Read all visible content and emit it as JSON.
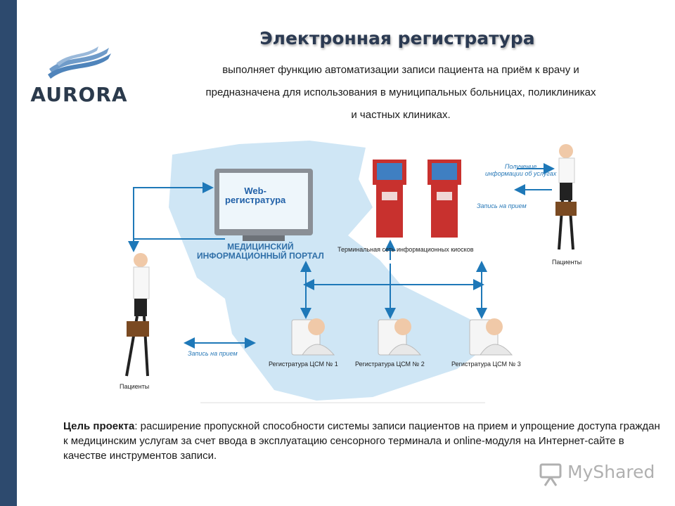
{
  "colors": {
    "sidebar": "#2d4a6e",
    "accent_arrow": "#1e78b8",
    "map": "#cfe6f5",
    "kiosk": "#c8312e"
  },
  "logo": {
    "text": "AURORA"
  },
  "header": {
    "title": "Электронная регистратура",
    "subtitle_lines": [
      "выполняет функцию автоматизации записи  пациента на приём к врачу и",
      "предназначена  для использования в  муниципальных больницах, поликлиниках",
      "и частных клиниках."
    ]
  },
  "diagram": {
    "web_screen": "Web-\nрегистратура",
    "portal_label_1": "МЕДИЦИНСКИЙ",
    "portal_label_2": "ИНФОРМАЦИОННЫЙ ПОРТАЛ",
    "kiosk_network_label": "Терминальная сеть информационных киосков",
    "arrow_info_1": "Получение",
    "arrow_info_2": "информации об услугах",
    "arrow_record_right": "Запись на прием",
    "arrow_record_left": "Запись на прием",
    "patients_right": "Пациенты",
    "patients_left": "Пациенты",
    "registries": [
      "Регистратура ЦСМ № 1",
      "Регистратура ЦСМ № 2",
      "Регистратура ЦСМ № 3"
    ]
  },
  "goal": {
    "label": "Цель проекта",
    "text": ": расширение  пропускной способности системы записи пациентов на прием  и упрощение доступа граждан к медицинским услугам за счет ввода в эксплуатацию  сенсорного терминала и online-модуля на Интернет-сайте в  качестве инструментов  записи."
  },
  "watermark": {
    "text": "MyShared"
  }
}
